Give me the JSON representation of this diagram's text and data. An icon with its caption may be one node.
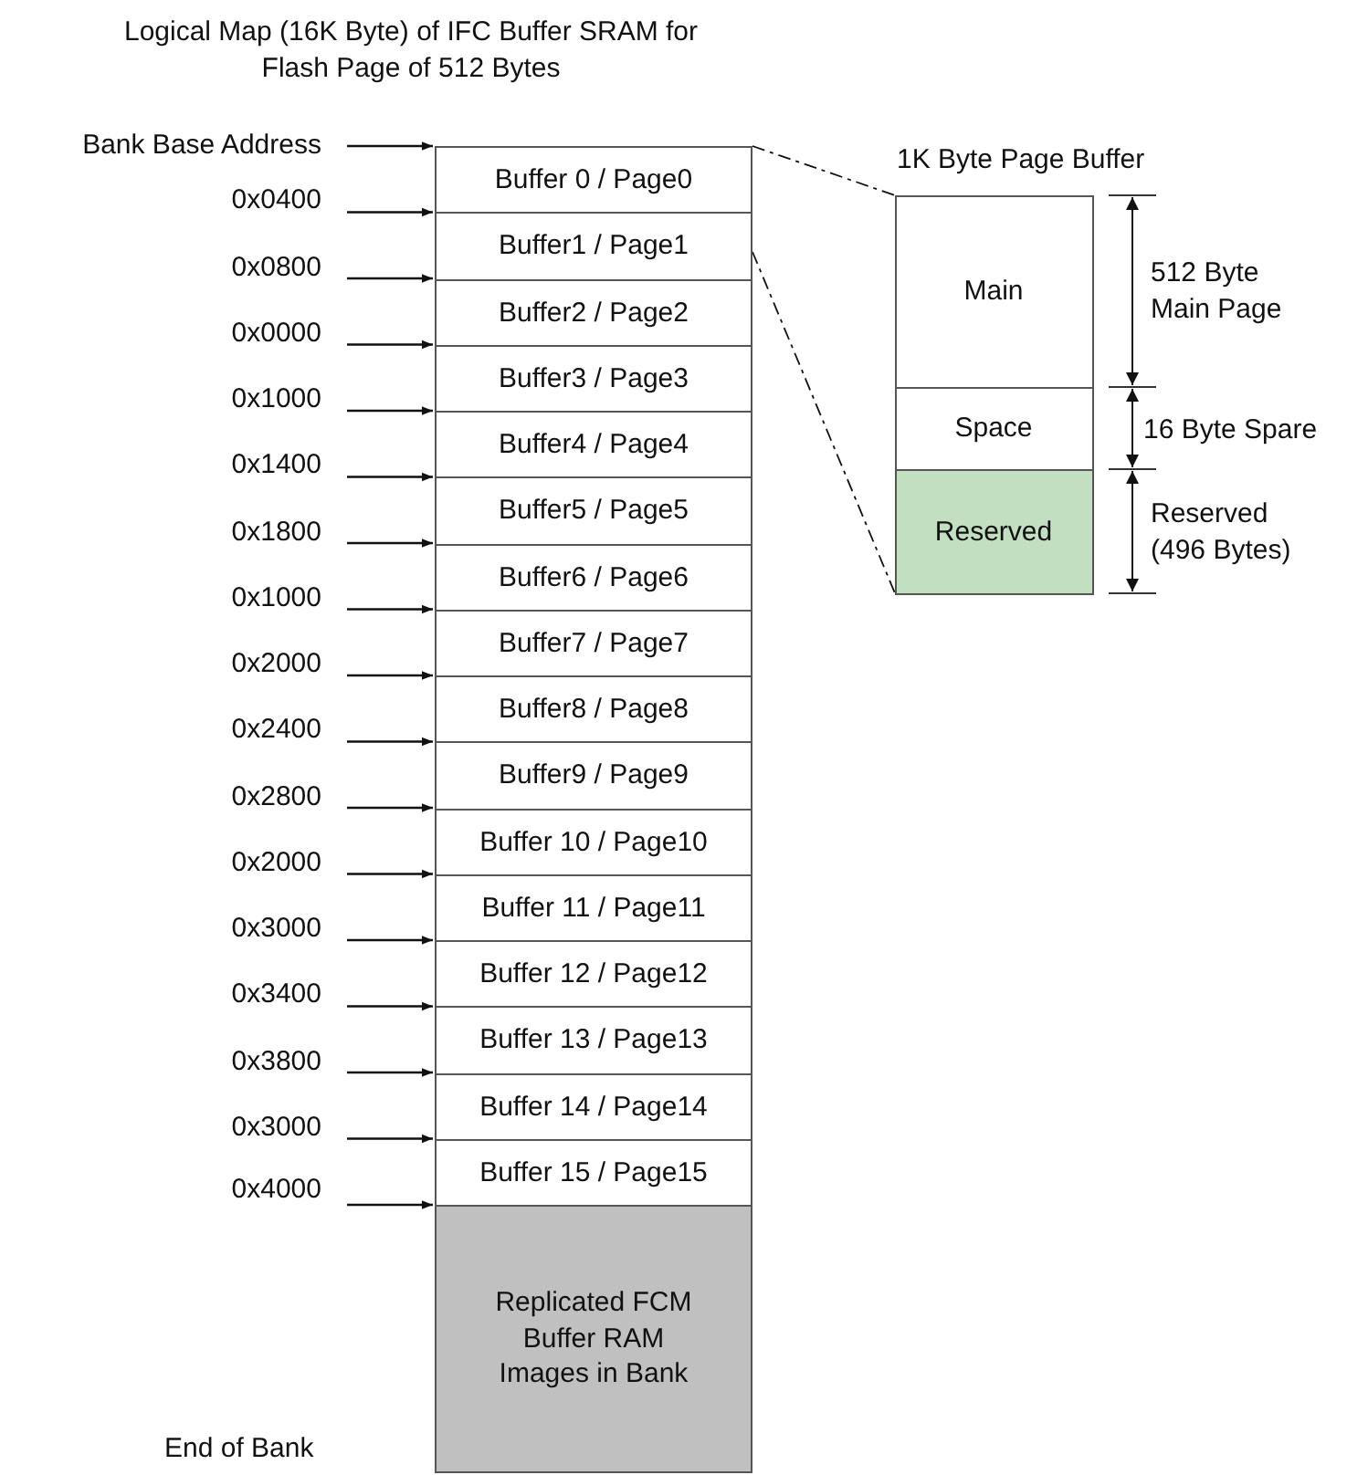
{
  "diagram": {
    "title": "Logical Map (16K Byte) of IFC Buffer SRAM for Flash Page of 512 Bytes",
    "nodes": [
      {
        "text": [
          "Bank Base Address"
        ]
      },
      {
        "text": [
          "Buffer 0 / Page0"
        ]
      },
      {
        "text": [
          "0x0400"
        ]
      },
      {
        "text": [
          "Buffer1 / Page1"
        ]
      },
      {
        "text": [
          "0x0800"
        ]
      },
      {
        "text": [
          "Buffer2 / Page2"
        ]
      },
      {
        "text": [
          "0x0000"
        ]
      },
      {
        "text": [
          "Buffer3 / Page3"
        ]
      },
      {
        "text": [
          "0x1000"
        ]
      },
      {
        "text": [
          "Buffer4 / Page4"
        ]
      },
      {
        "text": [
          "0x1400"
        ]
      },
      {
        "text": [
          "Buffer5 / Page5"
        ]
      },
      {
        "text": [
          "0x1800"
        ]
      },
      {
        "text": [
          "Buffer6 / Page6"
        ]
      },
      {
        "text": [
          "0x1000"
        ]
      },
      {
        "text": [
          "Buffer7 / Page7"
        ]
      },
      {
        "text": [
          "0x2000"
        ]
      },
      {
        "text": [
          "Buffer8 / Page8"
        ]
      },
      {
        "text": [
          "0x2400"
        ]
      },
      {
        "text": [
          "Buffer9 / Page9"
        ]
      },
      {
        "text": [
          "0x2800"
        ]
      },
      {
        "text": [
          "Buffer 10 / Page10"
        ]
      },
      {
        "text": [
          "0x2000"
        ]
      },
      {
        "text": [
          "Buffer 11 / Page11"
        ]
      },
      {
        "text": [
          "0x3000"
        ]
      },
      {
        "text": [
          "Buffer 12 / Page12"
        ]
      },
      {
        "text": [
          "0x3400"
        ]
      },
      {
        "text": [
          "Buffer 13 / Page13"
        ]
      },
      {
        "text": [
          "0x3800"
        ]
      },
      {
        "text": [
          "Buffer 14 / Page14"
        ]
      },
      {
        "text": [
          "0x3000"
        ]
      },
      {
        "text": [
          "Buffer 15 / Page15"
        ]
      },
      {
        "text": [
          "0x4000"
        ]
      },
      {
        "text": [
          "Replicated FCM Buffer RAM Images in Bank"
        ]
      },
      {
        "text": [
          "1K Byte Page Buffer"
        ]
      },
      {
        "text": [
          "Main"
        ],
        "in": 34
      },
      {
        "text": [
          "Space"
        ],
        "in": 34
      },
      {
        "text": [
          "Reserved"
        ],
        "in": 34
      }
    ],
    "edges": [
      {
        "from": 0,
        "to": 1,
        "arrow": "to"
      },
      {
        "from": 2,
        "to": 3,
        "arrow": "to"
      },
      {
        "from": 4,
        "to": 5,
        "arrow": "to"
      },
      {
        "from": 6,
        "to": 7,
        "arrow": "to"
      },
      {
        "from": 8,
        "to": 9,
        "arrow": "to"
      },
      {
        "from": 10,
        "to": 11,
        "arrow": "to"
      },
      {
        "from": 12,
        "to": 13,
        "arrow": "to"
      },
      {
        "from": 14,
        "to": 15,
        "arrow": "to"
      },
      {
        "from": 16,
        "to": 17,
        "arrow": "to"
      },
      {
        "from": 18,
        "to": 19,
        "arrow": "to"
      },
      {
        "from": 20,
        "to": 21,
        "arrow": "to"
      },
      {
        "from": 22,
        "to": 23,
        "arrow": "to"
      },
      {
        "from": 24,
        "to": 25,
        "arrow": "to"
      },
      {
        "from": 26,
        "to": 27,
        "arrow": "to"
      },
      {
        "from": 28,
        "to": 29,
        "arrow": "to"
      },
      {
        "from": 30,
        "to": 31,
        "arrow": "to"
      },
      {
        "from": 32,
        "to": 33,
        "arrow": "to"
      },
      {
        "from": 1,
        "to": 34,
        "arrow": "none",
        "style": "dashed"
      },
      {
        "from": 3,
        "to": 34,
        "arrow": "none",
        "style": "dashed"
      }
    ],
    "labels": [
      "512 Byte Main Page",
      "16 Byte Spare",
      "Reserved (496 Bytes)",
      "End of Bank"
    ]
  }
}
